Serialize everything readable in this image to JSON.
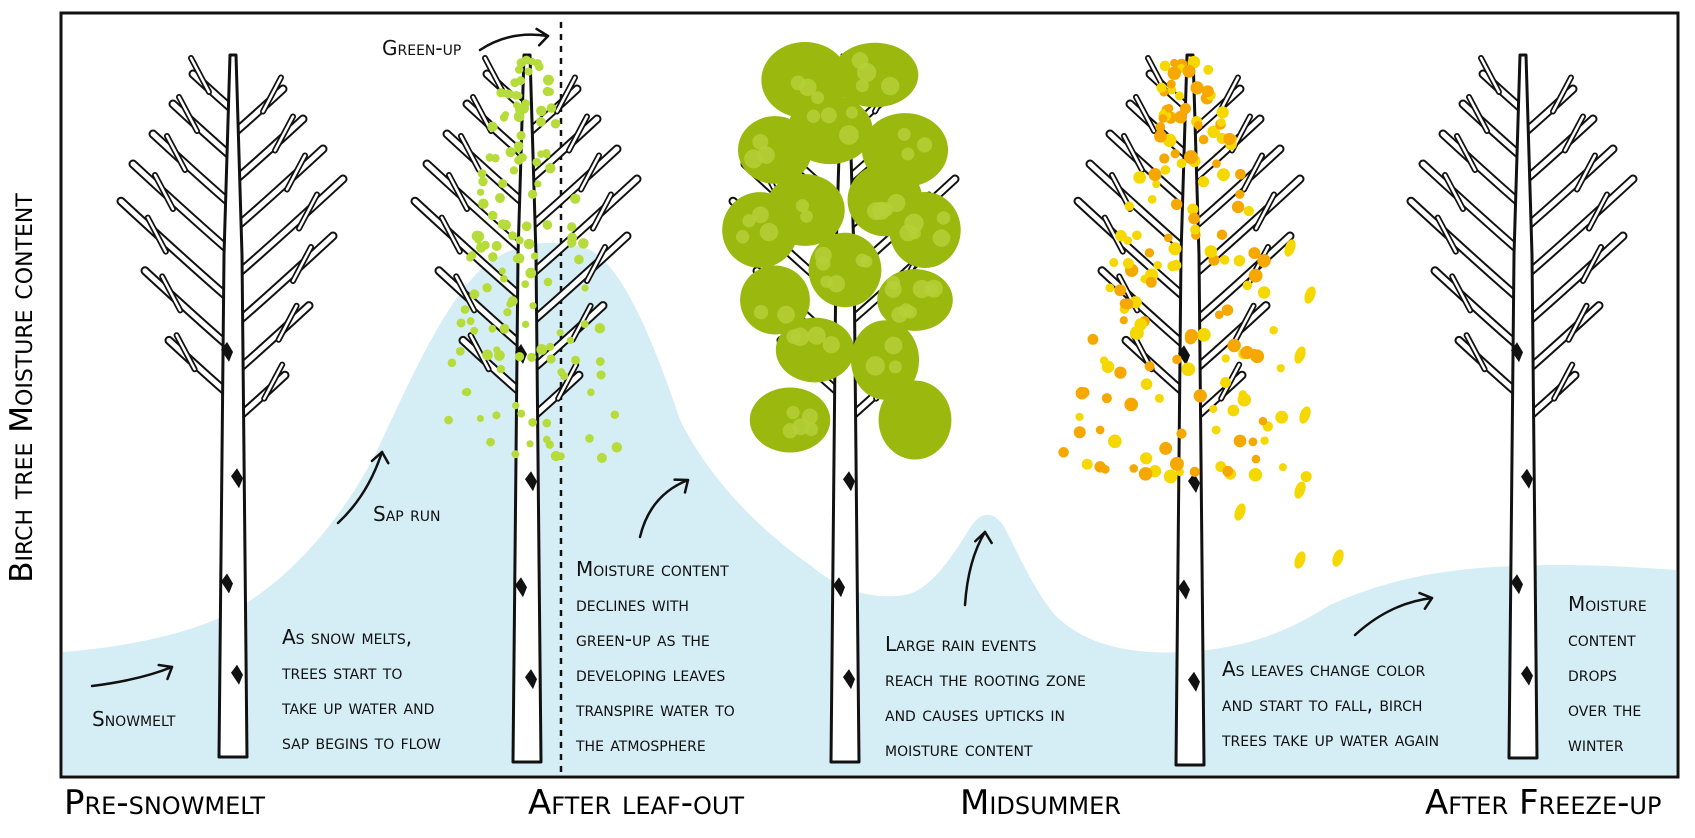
{
  "y_axis_label": "Birch tree Moisture content",
  "seasons": {
    "pre_snowmelt": "Pre-snowmelt",
    "after_leaf_out": "After leaf-out",
    "midsummer": "Midsummer",
    "after_freeze_up": "After Freeze-up"
  },
  "annotations": {
    "green_up": "Green-up",
    "snowmelt": "Snowmelt",
    "sap_run": "Sap run",
    "snow_melts": [
      "As snow melts,",
      "trees start to",
      "take up water and",
      "sap begins to flow"
    ],
    "moisture_declines": [
      "Moisture content",
      "declines with",
      "green-up as the",
      "developing leaves",
      "transpire water to",
      "the atmosphere"
    ],
    "rain_events": [
      "Large rain events",
      "reach the rooting zone",
      "and causes upticks in",
      "moisture content"
    ],
    "leaves_change": [
      "As leaves change color",
      "and start to fall, birch",
      "trees take up water again"
    ],
    "winter_drop": [
      "Moisture",
      "content",
      "drops",
      "over the",
      "winter"
    ]
  },
  "colors": {
    "moisture_fill": "#d5edf5",
    "trunk": "#ffffff",
    "outline": "#111111",
    "spring_leaves": "#b5dc3a",
    "summer_leaves": "#9bb80e",
    "autumn_yellow": "#f5d800",
    "autumn_orange": "#f6a800",
    "frame": "#111111"
  },
  "trees": [
    {
      "stage": "bare",
      "icon": "bare-birch-tree-icon"
    },
    {
      "stage": "leaf-out",
      "icon": "leafing-birch-tree-icon"
    },
    {
      "stage": "full-canopy",
      "icon": "summer-birch-tree-icon"
    },
    {
      "stage": "autumn",
      "icon": "autumn-birch-tree-icon"
    },
    {
      "stage": "bare",
      "icon": "bare-birch-tree-icon"
    }
  ]
}
